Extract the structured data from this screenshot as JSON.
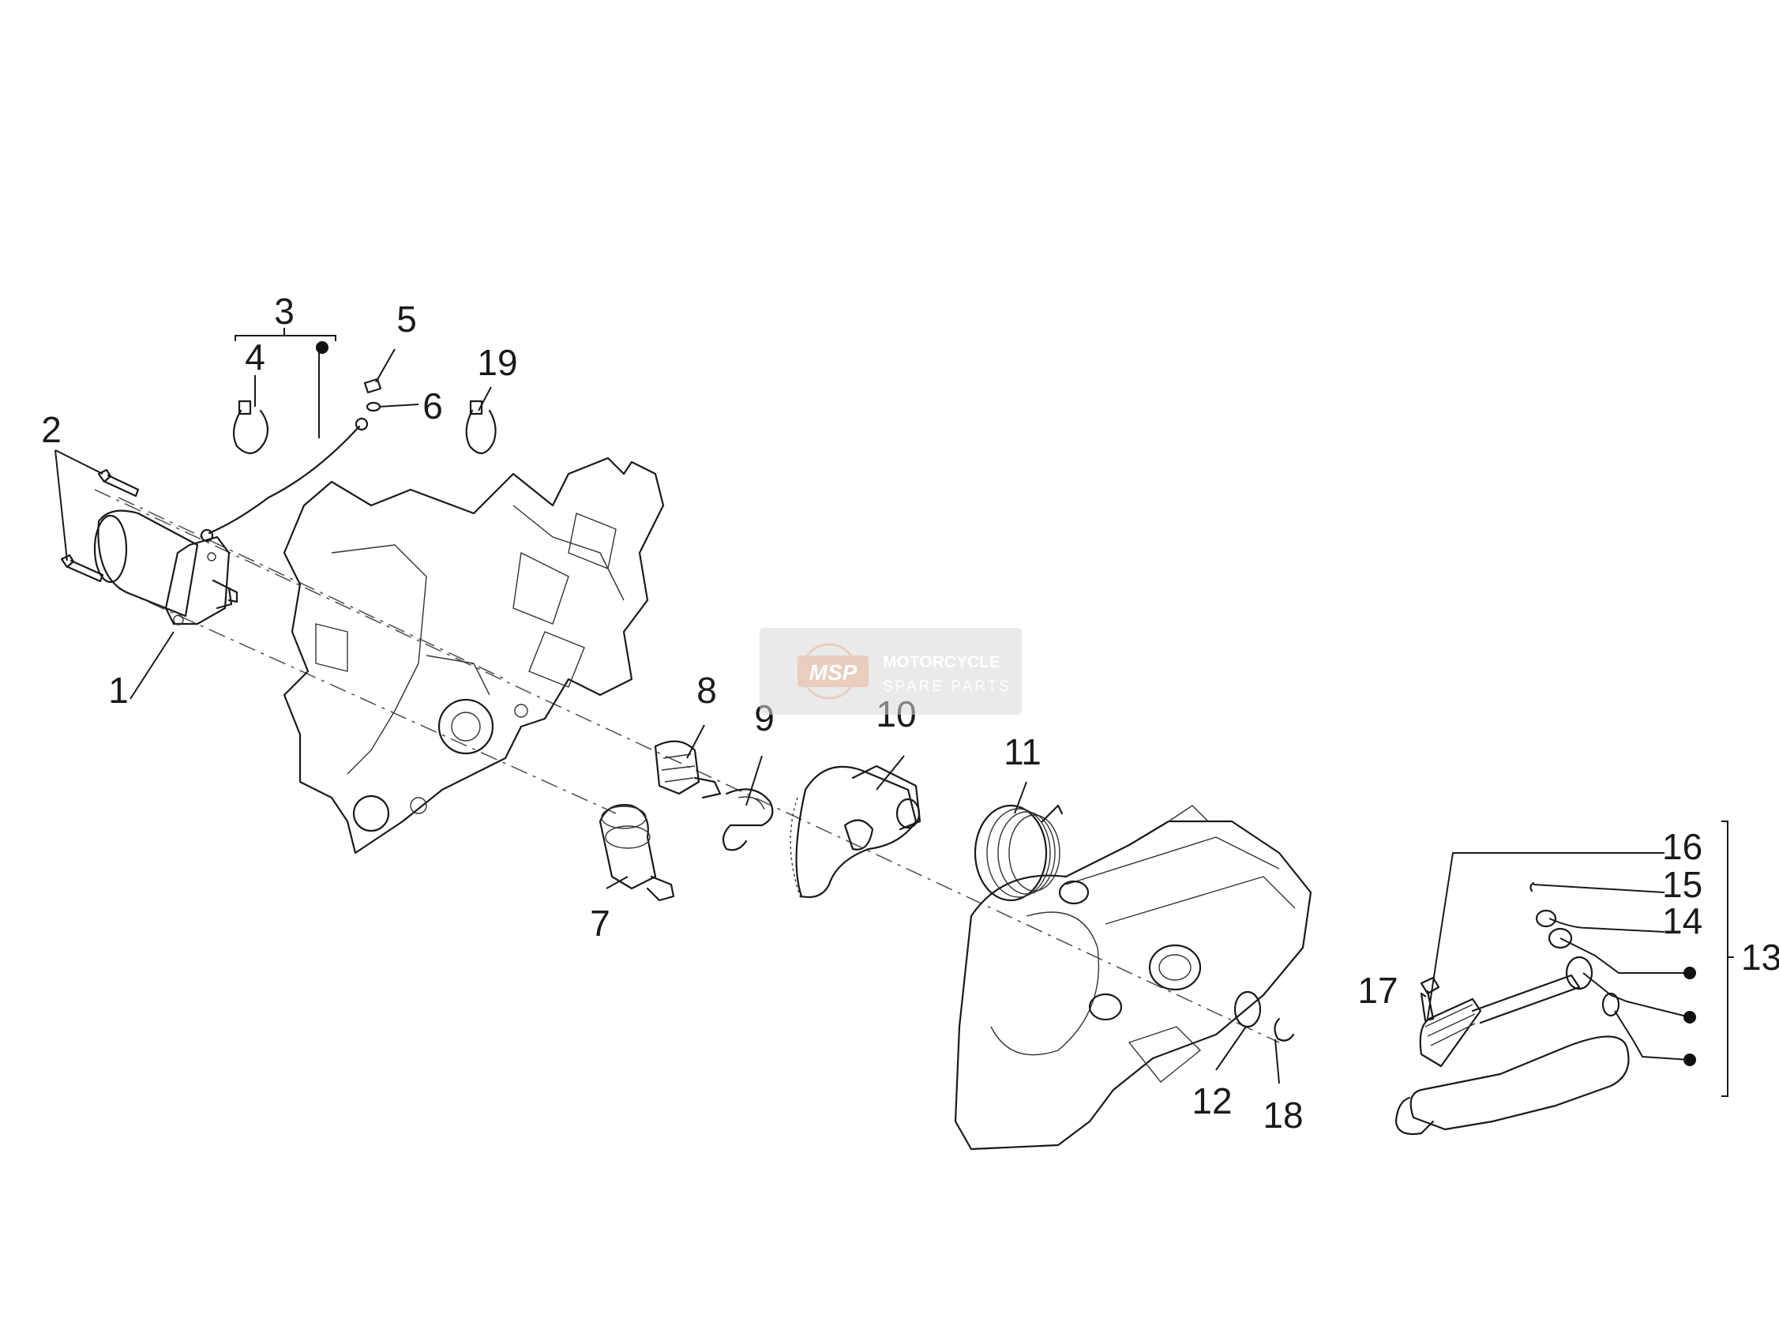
{
  "callouts": {
    "c1": "1",
    "c2": "2",
    "c3": "3",
    "c4": "4",
    "c5": "5",
    "c6": "6",
    "c7": "7",
    "c8": "8",
    "c9": "9",
    "c10": "10",
    "c11": "11",
    "c12": "12",
    "c13": "13",
    "c14": "14",
    "c15": "15",
    "c16": "16",
    "c17": "17",
    "c18": "18",
    "c19": "19"
  },
  "watermark": {
    "logo": "MSP",
    "line1": "MOTORCYCLE",
    "line2": "SPARE PARTS",
    "color": "#d9a58a"
  }
}
